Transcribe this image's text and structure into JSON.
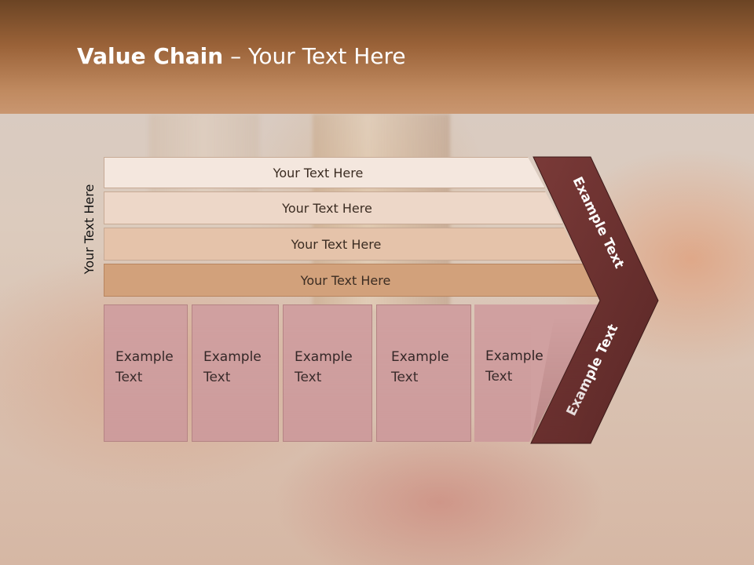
{
  "slide": {
    "title_bold": "Value Chain",
    "title_rest": " – Your Text Here"
  },
  "side_label": "Your Text Here",
  "rows": [
    {
      "label": "Your Text Here"
    },
    {
      "label": "Your Text Here"
    },
    {
      "label": "Your Text Here"
    },
    {
      "label": "Your Text Here"
    }
  ],
  "boxes": [
    {
      "line1": "Example",
      "line2": "Text"
    },
    {
      "line1": "Example",
      "line2": "Text"
    },
    {
      "line1": "Example",
      "line2": "Text"
    },
    {
      "line1": "Example",
      "line2": "Text"
    },
    {
      "line1": "Example",
      "line2": "Text"
    }
  ],
  "chevron": {
    "upper_label": "Example Text",
    "lower_label": "Example Text"
  },
  "colors": {
    "header": "#9a6238",
    "row_1": "#f4e7de",
    "row_2": "#edd7c8",
    "row_3": "#e5c3aa",
    "row_4": "#d2a17b",
    "box": "#d0a0a0",
    "chevron": "#6b2f2e"
  }
}
